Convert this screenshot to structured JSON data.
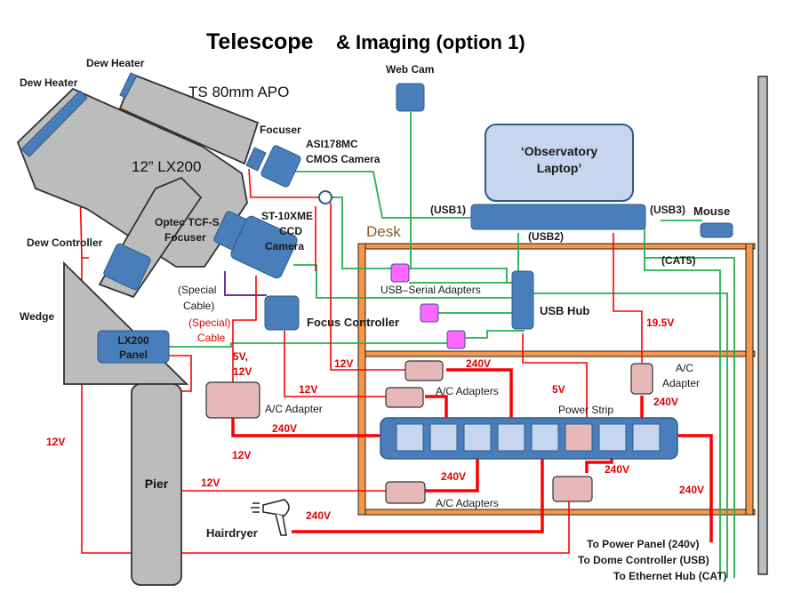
{
  "title_main": "Telescope",
  "title_rest": "& Imaging (option 1)",
  "labels": {
    "dew_heater_top": "Dew Heater",
    "dew_heater_left": "Dew Heater",
    "ts80": "TS 80mm APO",
    "lx200": "12” LX200",
    "focuser": "Focuser",
    "asi_line1": "ASI178MC",
    "asi_line2": "CMOS Camera",
    "webcam": "Web Cam",
    "laptop_line1": "‘Observatory",
    "laptop_line2": "Laptop’",
    "usb1": "(USB1)",
    "usb2": "(USB2)",
    "usb3": "(USB3)",
    "mouse": "Mouse",
    "cat5": "(CAT5)",
    "desk": "Desk",
    "optec_line1": "Optec TCF-S",
    "optec_line2": "Focuser",
    "st10_line1": "ST-10XME",
    "st10_line2": "CCD",
    "st10_line3": "Camera",
    "dew_controller": "Dew  Controller",
    "wedge": "Wedge",
    "special_cable_black_1": "(Special",
    "special_cable_black_2": "Cable)",
    "special_cable_red_1": "(Special)",
    "special_cable_red_2": "Cable",
    "usb_serial": "USB–Serial Adapters",
    "usb_hub": "USB Hub",
    "focus_controller": "Focus  Controller",
    "lx200_panel_1": "LX200",
    "lx200_panel_2": "Panel",
    "ac_adapter_left": "A/C Adapter",
    "ac_adapters_mid": "A/C Adapters",
    "ac_adapters_bottom": "A/C Adapters",
    "ac_adapter_right_1": "A/C",
    "ac_adapter_right_2": "Adapter",
    "power_strip": "Power Strip",
    "pier": "Pier",
    "hairdryer": "Hairdryer",
    "to_power_panel": "To Power Panel (240v)",
    "to_dome_controller": "To Dome Controller (USB)",
    "to_ethernet_hub": "To Ethernet Hub (CAT)"
  },
  "voltages": {
    "v19_5": "19.5V",
    "v240_top": "240V",
    "v12_mid": "12V",
    "v5v12v_1": "5V,",
    "v5v12v_2": "12V",
    "v12_focus": "12V",
    "v5_hub": "5V",
    "v240_right": "240V",
    "v240_left": "240V",
    "v12_left": "12V",
    "v12_below": "12V",
    "v12_pier": "12V",
    "v240_bottom1": "240V",
    "v240_bottom2": "240V",
    "v240_hair": "240V",
    "v240_far": "240V"
  },
  "colors": {
    "gray_body": "#bcbcbc",
    "blue_box": "#4a7ebb",
    "pink_box": "#e6b9b8",
    "magenta_box": "#ff66ff",
    "light_blue": "#c5d6ee",
    "orange_desk": "#f79646",
    "red_wire": "#ff0000",
    "green_wire": "#22b14c",
    "purple_wire": "#7030a0"
  }
}
